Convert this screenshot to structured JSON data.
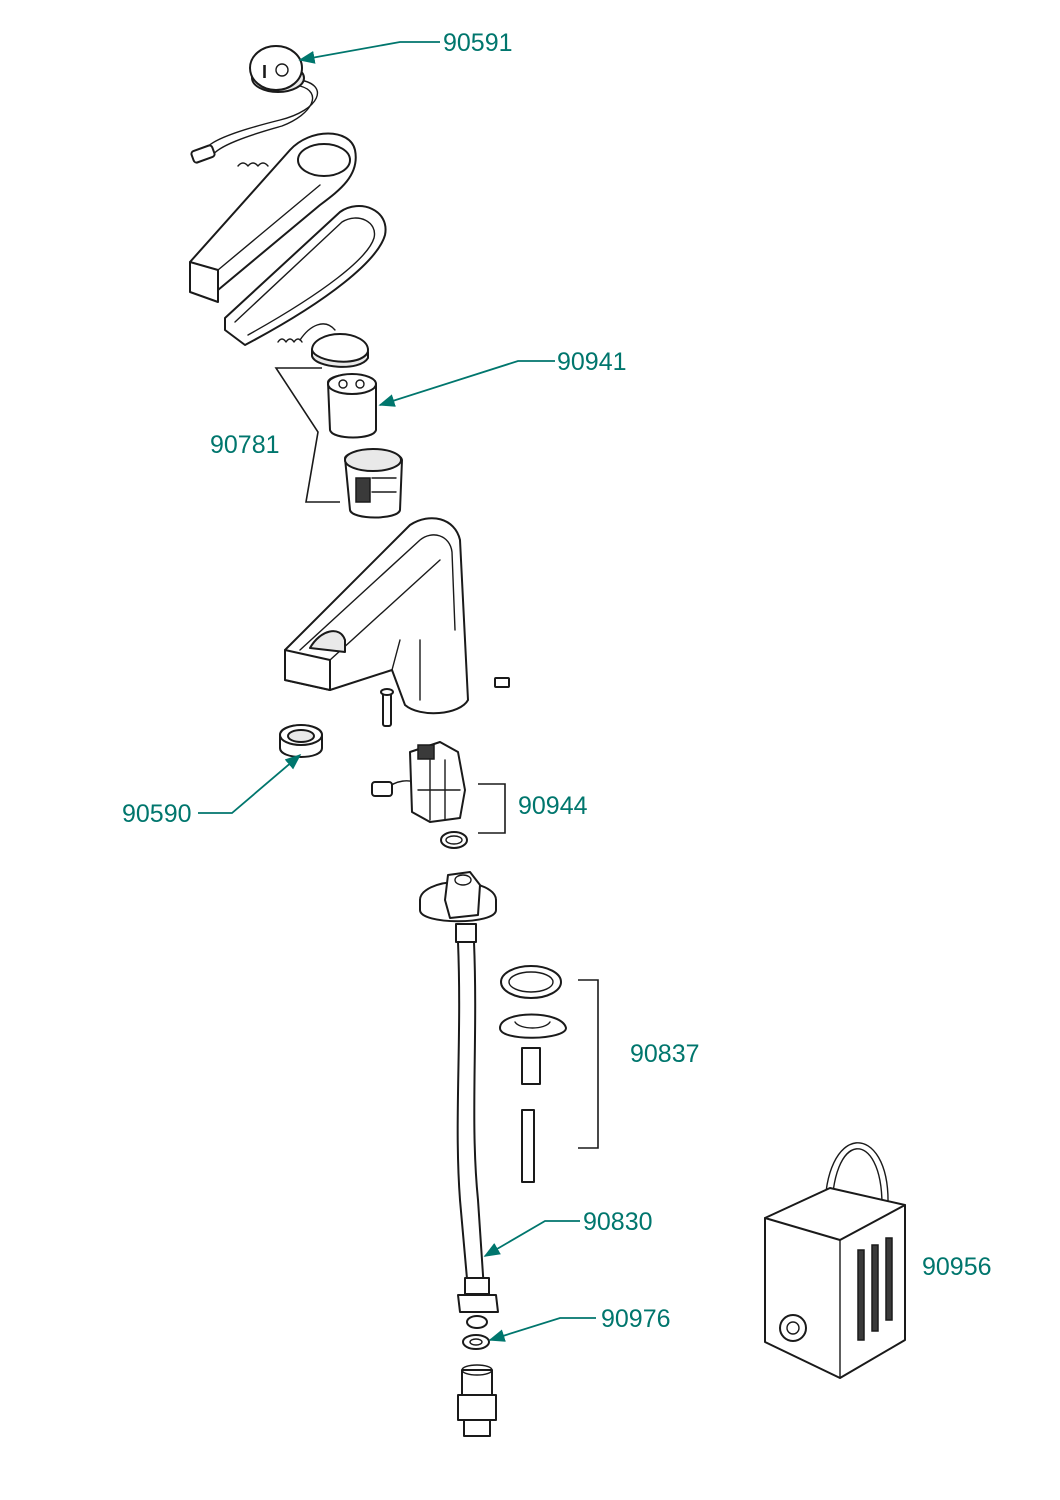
{
  "colors": {
    "accent": "#00766d",
    "line": "#1a1a1a"
  },
  "labels": {
    "p90591": "90591",
    "p90941": "90941",
    "p90781": "90781",
    "p90590": "90590",
    "p90944": "90944",
    "p90837": "90837",
    "p90830": "90830",
    "p90976": "90976",
    "p90956": "90956"
  }
}
